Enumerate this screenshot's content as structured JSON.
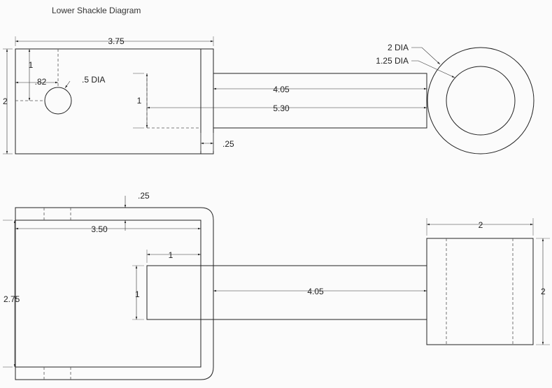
{
  "title": "Lower Shackle Diagram",
  "top_view": {
    "dim_width": "3.75",
    "dim_height": "2",
    "dim_hole_y": "1",
    "dim_hole_x": ".82",
    "dim_hole_dia": ".5 DIA",
    "dim_rod_offset": "1",
    "dim_rod_len": "4.05",
    "dim_total_len": "5.30",
    "dim_wall": ".25",
    "dim_ring_outer": "2 DIA",
    "dim_ring_inner": "1.25 DIA"
  },
  "side_view": {
    "dim_wall": ".25",
    "dim_inner_width": "3.50",
    "dim_rod_insert": "1",
    "dim_height": "2.75",
    "dim_rod_height": "1",
    "dim_rod_len": "4.05",
    "dim_ring_width": "2",
    "dim_ring_height": "2"
  }
}
